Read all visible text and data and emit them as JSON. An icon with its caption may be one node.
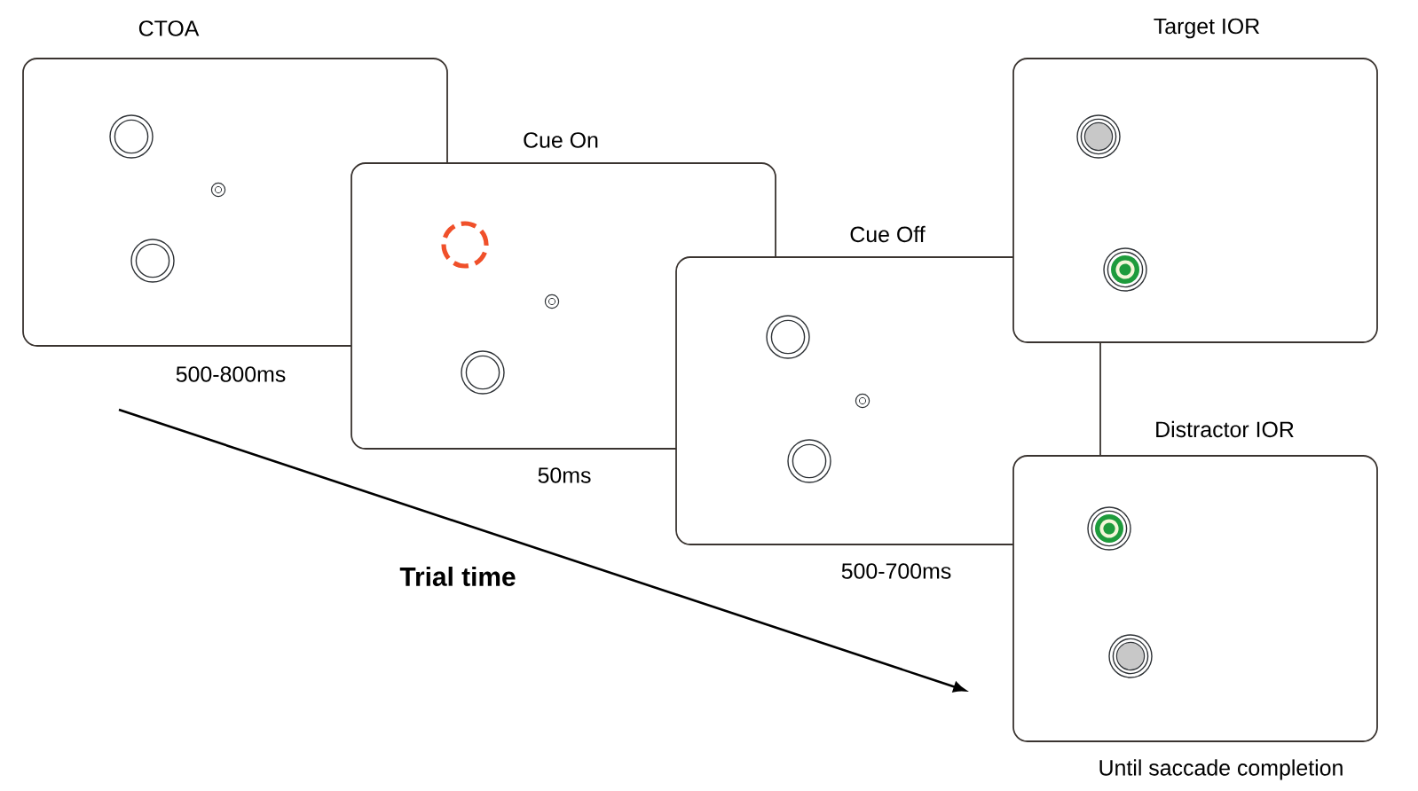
{
  "diagram": {
    "nodes": [
      {
        "text": [
          "CTOA"
        ],
        "beside": [
          "500-800ms"
        ]
      },
      {
        "text": [
          "Cue On"
        ],
        "beside": [
          "50ms"
        ]
      },
      {
        "text": [
          "Cue Off"
        ],
        "beside": [
          "500-700ms"
        ]
      },
      {
        "text": [
          "Target IOR"
        ]
      },
      {
        "text": [
          "Distractor IOR"
        ],
        "beside": [
          "Until saccade completion"
        ]
      }
    ],
    "edges": [],
    "labels": [
      "Trial time"
    ]
  }
}
